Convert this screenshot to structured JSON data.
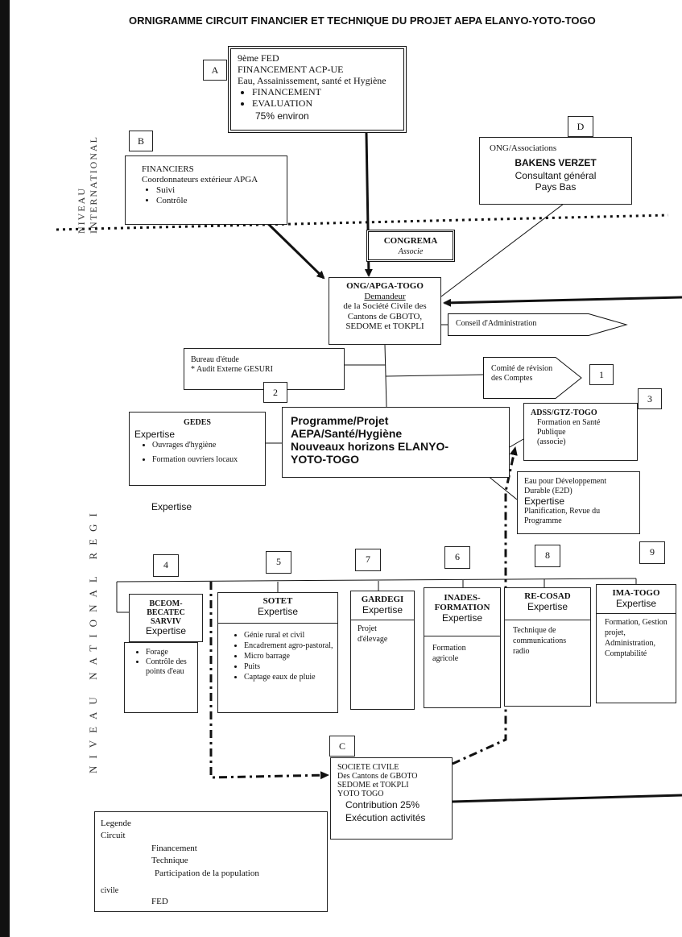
{
  "title": "ORNIGRAMME CIRCUIT FINANCIER ET TECHNIQUE DU PROJET AEPA ELANYO-YOTO-TOGO",
  "side_labels": {
    "international": "NIVEAU INTERNATIONAL",
    "national": "NIVEAU NATIONAL REGI"
  },
  "box_a": {
    "letter": "A",
    "line1": "9ème FED",
    "line2": "FINANCEMENT ACP-UE",
    "line3": "Eau, Assainissement, santé et Hygiène",
    "items": [
      "FINANCEMENT",
      "EVALUATION"
    ],
    "pct": "75% environ"
  },
  "box_b": {
    "letter": "B",
    "line1": "FINANCIERS",
    "line2": "Coordonnateurs extérieur   APGA",
    "items": [
      "Suivi",
      "Contrôle"
    ]
  },
  "box_d": {
    "letter": "D",
    "line1": "ONG/Associations",
    "line2": "BAKENS VERZET",
    "line3": "Consultant général",
    "line4": "Pays Bas"
  },
  "congrema": {
    "name": "CONGREMA",
    "role": "Associe"
  },
  "apga": {
    "name": "ONG/APGA-TOGO",
    "role": "Demandeur",
    "line1": "de la Société Civile des",
    "line2": "Cantons de GBOTO,",
    "line3": "SEDOME et TOKPLI"
  },
  "conseil": "Conseil d'Administration",
  "bureau": {
    "line1": "Bureau d'étude",
    "line2": "* Audit Externe   GESURI",
    "num": "2"
  },
  "comite": {
    "line1": "Comité de révision",
    "line2": "des Comptes",
    "num": "1"
  },
  "gedes": {
    "name": "GEDES",
    "expertise": "Expertise",
    "items": [
      "Ouvrages d'hygiène",
      "Formation ouvriers locaux"
    ]
  },
  "expertise_loose": "Expertise",
  "programme": {
    "line1": "Programme/Projet",
    "line2": "AEPA/Santé/Hygiène",
    "line3": "Nouveaux horizons ELANYO-",
    "line4": "YOTO-TOGO"
  },
  "adss": {
    "num": "3",
    "name": "ADSS/GTZ-TOGO",
    "line1": "Formation en Santé",
    "line2": "Publique",
    "line3": "(associe)"
  },
  "e2d": {
    "line1": "Eau pour Développement",
    "line2": "Durable (E2D)",
    "expertise": "Expertise",
    "line3": "Planification, Revue du",
    "line4": "Programme"
  },
  "partners": [
    {
      "num": "4",
      "name1": "BCEOM-",
      "name2": "BECATEC",
      "name3": "SARVIV",
      "expertise": "Expertise",
      "items": [
        "Forage",
        "Contrôle des points d'eau"
      ]
    },
    {
      "num": "5",
      "name1": "SOTET",
      "expertise": "Expertise",
      "items": [
        "Génie rural et civil",
        "Encadrement agro-pastoral,",
        "Micro barrage",
        "Puits",
        "Captage eaux de pluie"
      ]
    },
    {
      "num": "7",
      "name1": "GARDEGI",
      "expertise": "Expertise",
      "body": "Projet d'élevage"
    },
    {
      "num": "6",
      "name1": "INADES-",
      "name2": "FORMATION",
      "expertise": "Expertise",
      "body": "Formation agricole"
    },
    {
      "num": "8",
      "name1": "RE-COSAD",
      "expertise": "Expertise",
      "body": "Technique de communications radio"
    },
    {
      "num": "9",
      "name1": "IMA-TOGO",
      "expertise": "Expertise",
      "body": "Formation, Gestion projet, Administration, Comptabilité"
    }
  ],
  "box_c": {
    "letter": "C",
    "line1": "SOCIETE CIVILE",
    "line2": "Des Cantons de GBOTO",
    "line3": "SEDOME et TOKPLI",
    "line4": "YOTO   TOGO",
    "line5": "Contribution 25%",
    "line6": "Exécution activités"
  },
  "legend": {
    "title": "Legende",
    "circuit": "Circuit",
    "financement": "Financement",
    "technique": "Technique",
    "participation": "Participation de la population",
    "civile": "civile",
    "fed": "FED"
  },
  "colors": {
    "ink": "#111111",
    "border": "#222222"
  }
}
